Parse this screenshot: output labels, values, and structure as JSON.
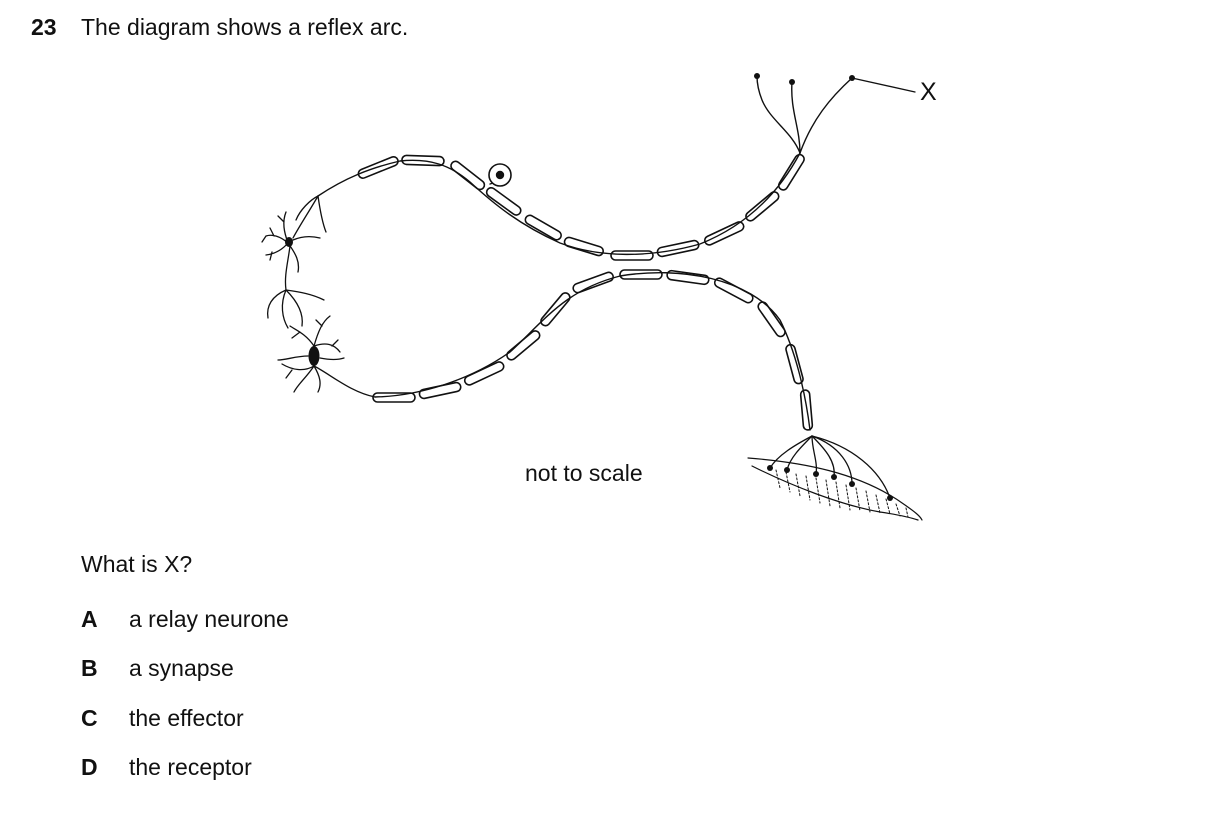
{
  "question": {
    "number": "23",
    "stem": "The diagram shows a reflex arc.",
    "prompt": "What is X?"
  },
  "diagram": {
    "label_x": "X",
    "note": "not to scale"
  },
  "options": [
    {
      "letter": "A",
      "text": "a relay neurone"
    },
    {
      "letter": "B",
      "text": "a synapse"
    },
    {
      "letter": "C",
      "text": "the effector"
    },
    {
      "letter": "D",
      "text": "the receptor"
    }
  ]
}
